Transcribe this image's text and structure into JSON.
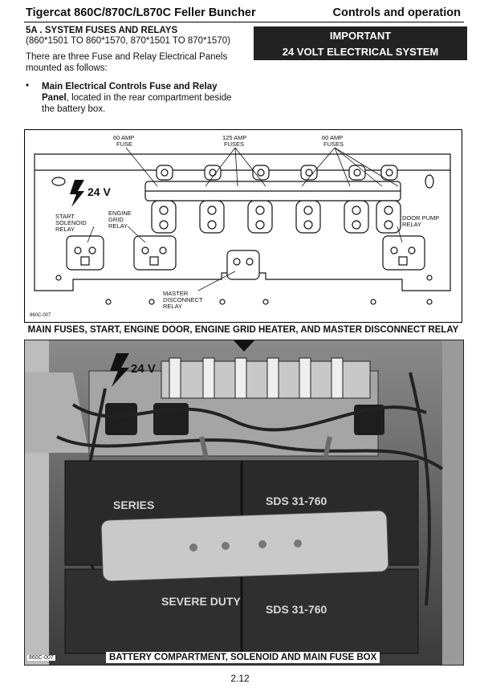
{
  "header": {
    "doc_title": "Tigercat 860C/870C/L870C Feller Buncher",
    "section_title": "Controls and operation"
  },
  "section": {
    "heading": "5A .  SYSTEM FUSES AND RELAYS",
    "range": "(860*1501 TO 860*1570, 870*1501 TO 870*1570)",
    "intro": "There are three Fuse and Relay Electrical Panels mounted as follows:",
    "bullet_symbol": "•",
    "bullet_bold": "Main Electrical Controls Fuse and Relay Panel",
    "bullet_rest": ", located in the rear compartment beside the battery box."
  },
  "important": {
    "line1": "IMPORTANT",
    "line2": "24 VOLT  ELECTRICAL SYSTEM"
  },
  "diagram": {
    "voltage": "24 V",
    "label_60a_left_1": "60 AMP",
    "label_60a_left_2": "FUSE",
    "label_125a_1": "125 AMP",
    "label_125a_2": "FUSES",
    "label_60a_right_1": "60 AMP",
    "label_60a_right_2": "FUSES",
    "start_1": "START",
    "start_2": "SOLENOID",
    "start_3": "RELAY",
    "grid_1": "ENGINE",
    "grid_2": "GRID",
    "grid_3": "RELAY",
    "door_1": "DOOR PUMP",
    "door_2": "RELAY",
    "master_1": "MASTER",
    "master_2": "DISCONNECT",
    "master_3": "RELAY",
    "code": "860C-007",
    "caption": "MAIN FUSES, START, ENGINE DOOR, ENGINE GRID HEATER, AND MASTER DISCONNECT RELAY"
  },
  "photo": {
    "voltage": "24 V",
    "battery_brand_1": "SERIES",
    "battery_brand_2": "SDS 31-760",
    "battery_brand_3": "SEVERE DUTY",
    "code": "860C-007",
    "caption": "BATTERY COMPARTMENT, SOLENOID AND MAIN FUSE BOX"
  },
  "footer": {
    "page_number": "2.12"
  }
}
